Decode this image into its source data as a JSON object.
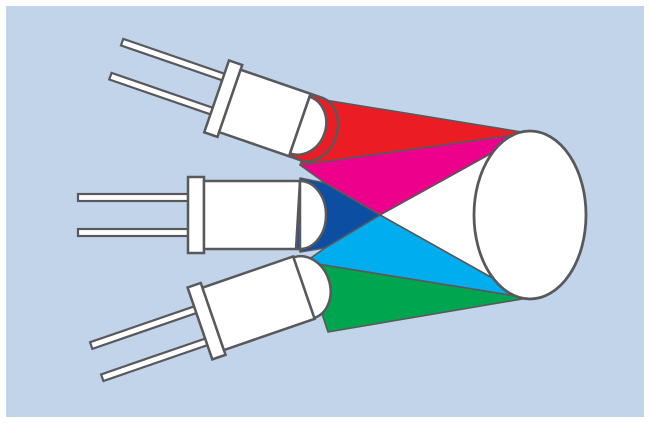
{
  "background_color": "#c1d4ea",
  "outline_color": "#59595c",
  "leds": [
    {
      "name": "red-led",
      "color": "#ec1c24"
    },
    {
      "name": "blue-led",
      "color": "#0b4ea2"
    },
    {
      "name": "green-led",
      "color": "#00a64f"
    }
  ],
  "mixed_beams": [
    {
      "name": "magenta-mix",
      "color": "#ec008c"
    },
    {
      "name": "cyan-mix",
      "color": "#00aeef"
    },
    {
      "name": "white-mix",
      "color": "#ffffff"
    }
  ],
  "screen_color": "#ffffff"
}
